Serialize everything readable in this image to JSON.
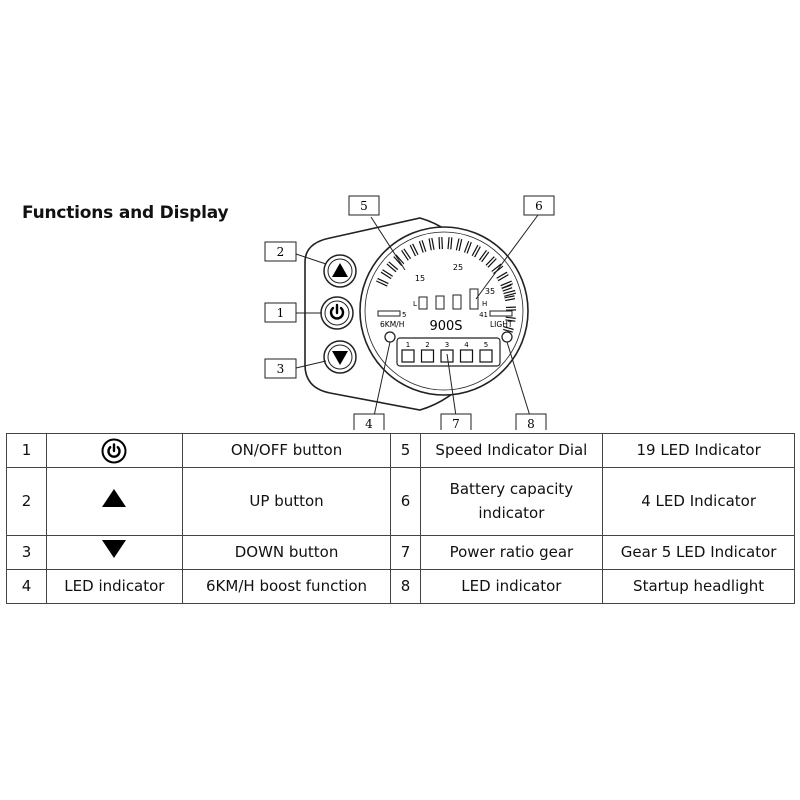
{
  "heading": "Functions and Display",
  "diagram": {
    "brand": "900S",
    "speed_ticks": [
      "15",
      "25",
      "35"
    ],
    "left_marks": [
      "5",
      "6KM/H"
    ],
    "right_marks": [
      "41",
      "LIGHT"
    ],
    "battery_low_label": "L",
    "battery_high_label": "H",
    "gear_numbers": [
      "1",
      "2",
      "3",
      "4",
      "5"
    ],
    "callouts": [
      "1",
      "2",
      "3",
      "4",
      "5",
      "6",
      "7",
      "8"
    ]
  },
  "table": {
    "rows": [
      {
        "num_a": "1",
        "icon_a": "power-icon",
        "label_a": "ON/OFF button",
        "num_b": "5",
        "desc_b": "Speed Indicator Dial",
        "detail_b": "19 LED Indicator"
      },
      {
        "num_a": "2",
        "icon_a": "up-arrow-icon",
        "label_a": "UP button",
        "num_b": "6",
        "desc_b": "Battery capacity indicator",
        "detail_b": "4 LED Indicator"
      },
      {
        "num_a": "3",
        "icon_a": "down-arrow-icon",
        "label_a": "DOWN button",
        "num_b": "7",
        "desc_b": "Power ratio gear",
        "detail_b": "Gear 5 LED Indicator"
      },
      {
        "num_a": "4",
        "text_a": "LED indicator",
        "label_a": "6KM/H boost function",
        "num_b": "8",
        "desc_b": "LED indicator",
        "detail_b": "Startup headlight"
      }
    ]
  }
}
